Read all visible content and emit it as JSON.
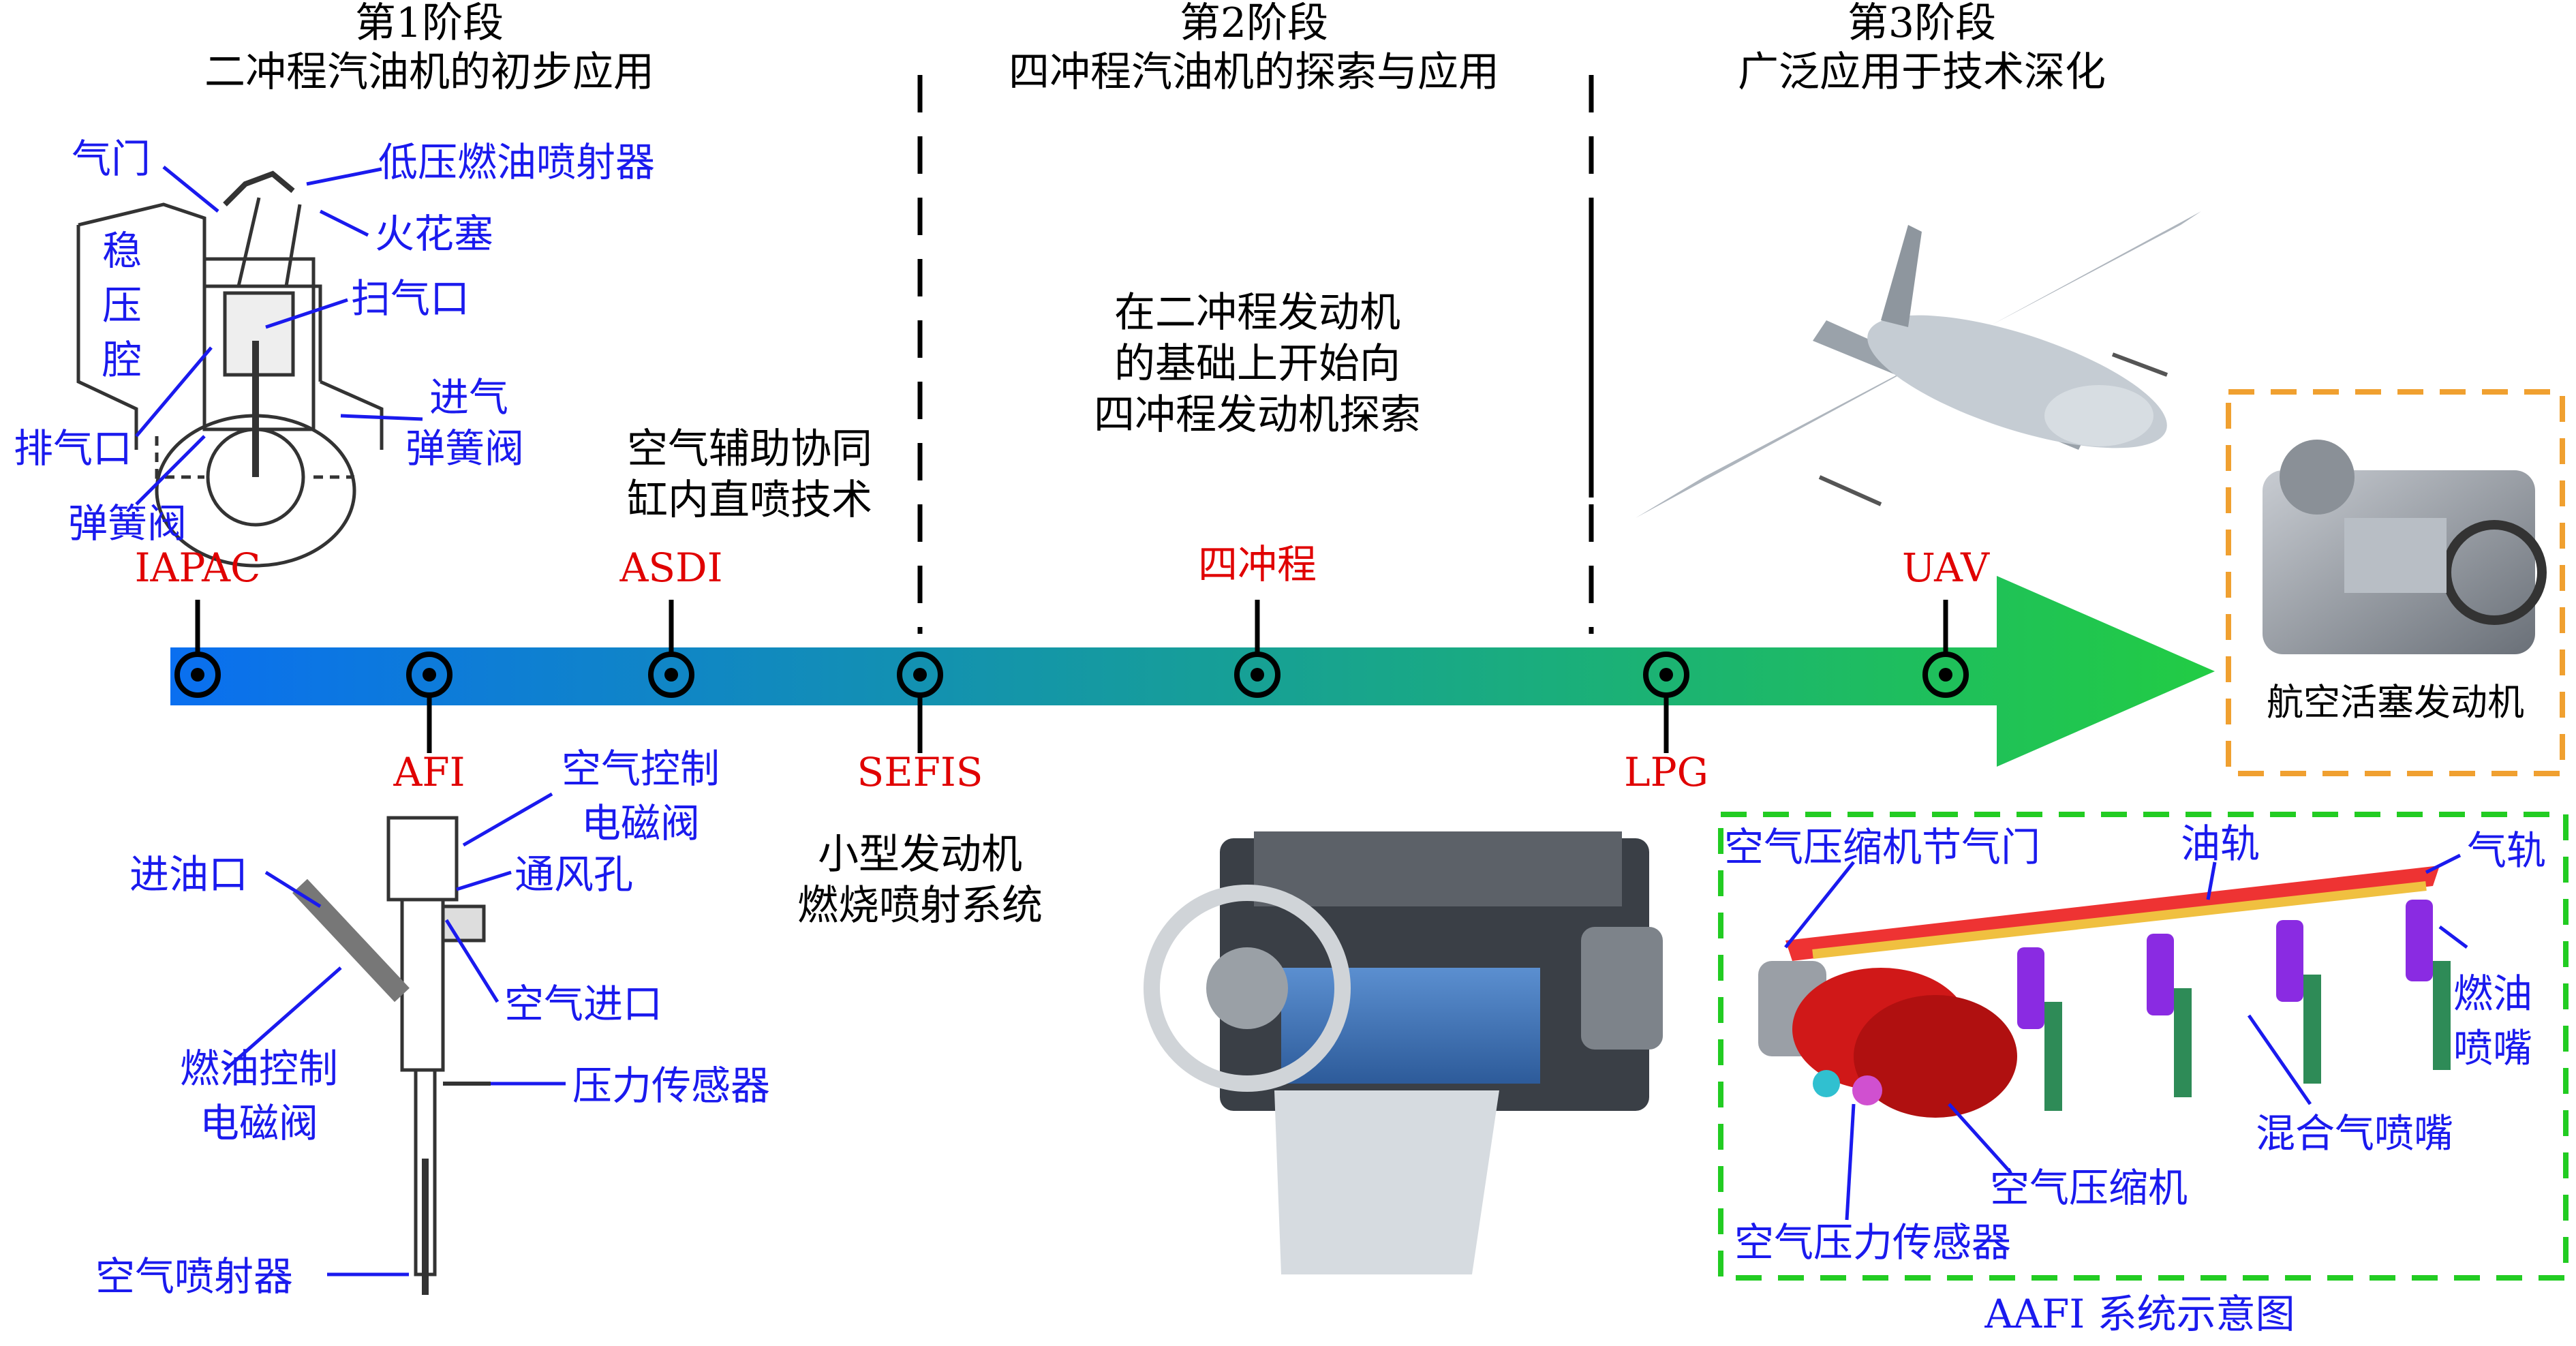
{
  "colors": {
    "arrow_start": "#0a6ff0",
    "arrow_end": "#22cc44",
    "tech_label": "#e00000",
    "annotation": "#1a1aee",
    "orange_box": "#f0a030",
    "green_box": "#22cc22"
  },
  "stages": [
    {
      "label": "第1阶段",
      "desc": "二冲程汽油机的初步应用"
    },
    {
      "label": "第2阶段",
      "desc": "四冲程汽油机的探索与应用"
    },
    {
      "label": "第3阶段",
      "desc": "广泛应用于技术深化"
    }
  ],
  "timeline": {
    "above": [
      {
        "label": "IAPAC"
      },
      {
        "label": "ASDI",
        "note_lines": [
          "空气辅助协同",
          "缸内直喷技术"
        ]
      },
      {
        "label": "四冲程",
        "note_lines": [
          "在二冲程发动机",
          "的基础上开始向",
          "四冲程发动机探索"
        ]
      },
      {
        "label": "UAV"
      }
    ],
    "below": [
      {
        "label": "AFI"
      },
      {
        "label": "SEFIS",
        "note_lines": [
          "小型发动机",
          "燃烧喷射系统"
        ]
      },
      {
        "label": "LPG"
      }
    ]
  },
  "iapac_diagram": {
    "labels": [
      "气门",
      "低压燃油喷射器",
      "火花塞",
      "稳",
      "压",
      "腔",
      "扫气口",
      "进气",
      "弹簧阀",
      "排气口",
      "弹簧阀"
    ]
  },
  "afi_diagram": {
    "labels": [
      "空气控制",
      "电磁阀",
      "通风孔",
      "进油口",
      "空气进口",
      "燃油控制",
      "电磁阀",
      "压力传感器",
      "空气喷射器"
    ]
  },
  "aviation_engine": {
    "caption": "航空活塞发动机"
  },
  "aafi_diagram": {
    "caption": "AAFI 系统示意图",
    "labels": [
      "空气压缩机节气门",
      "油轨",
      "气轨",
      "燃油",
      "喷嘴",
      "混合气喷嘴",
      "空气压缩机",
      "空气压力传感器"
    ]
  }
}
